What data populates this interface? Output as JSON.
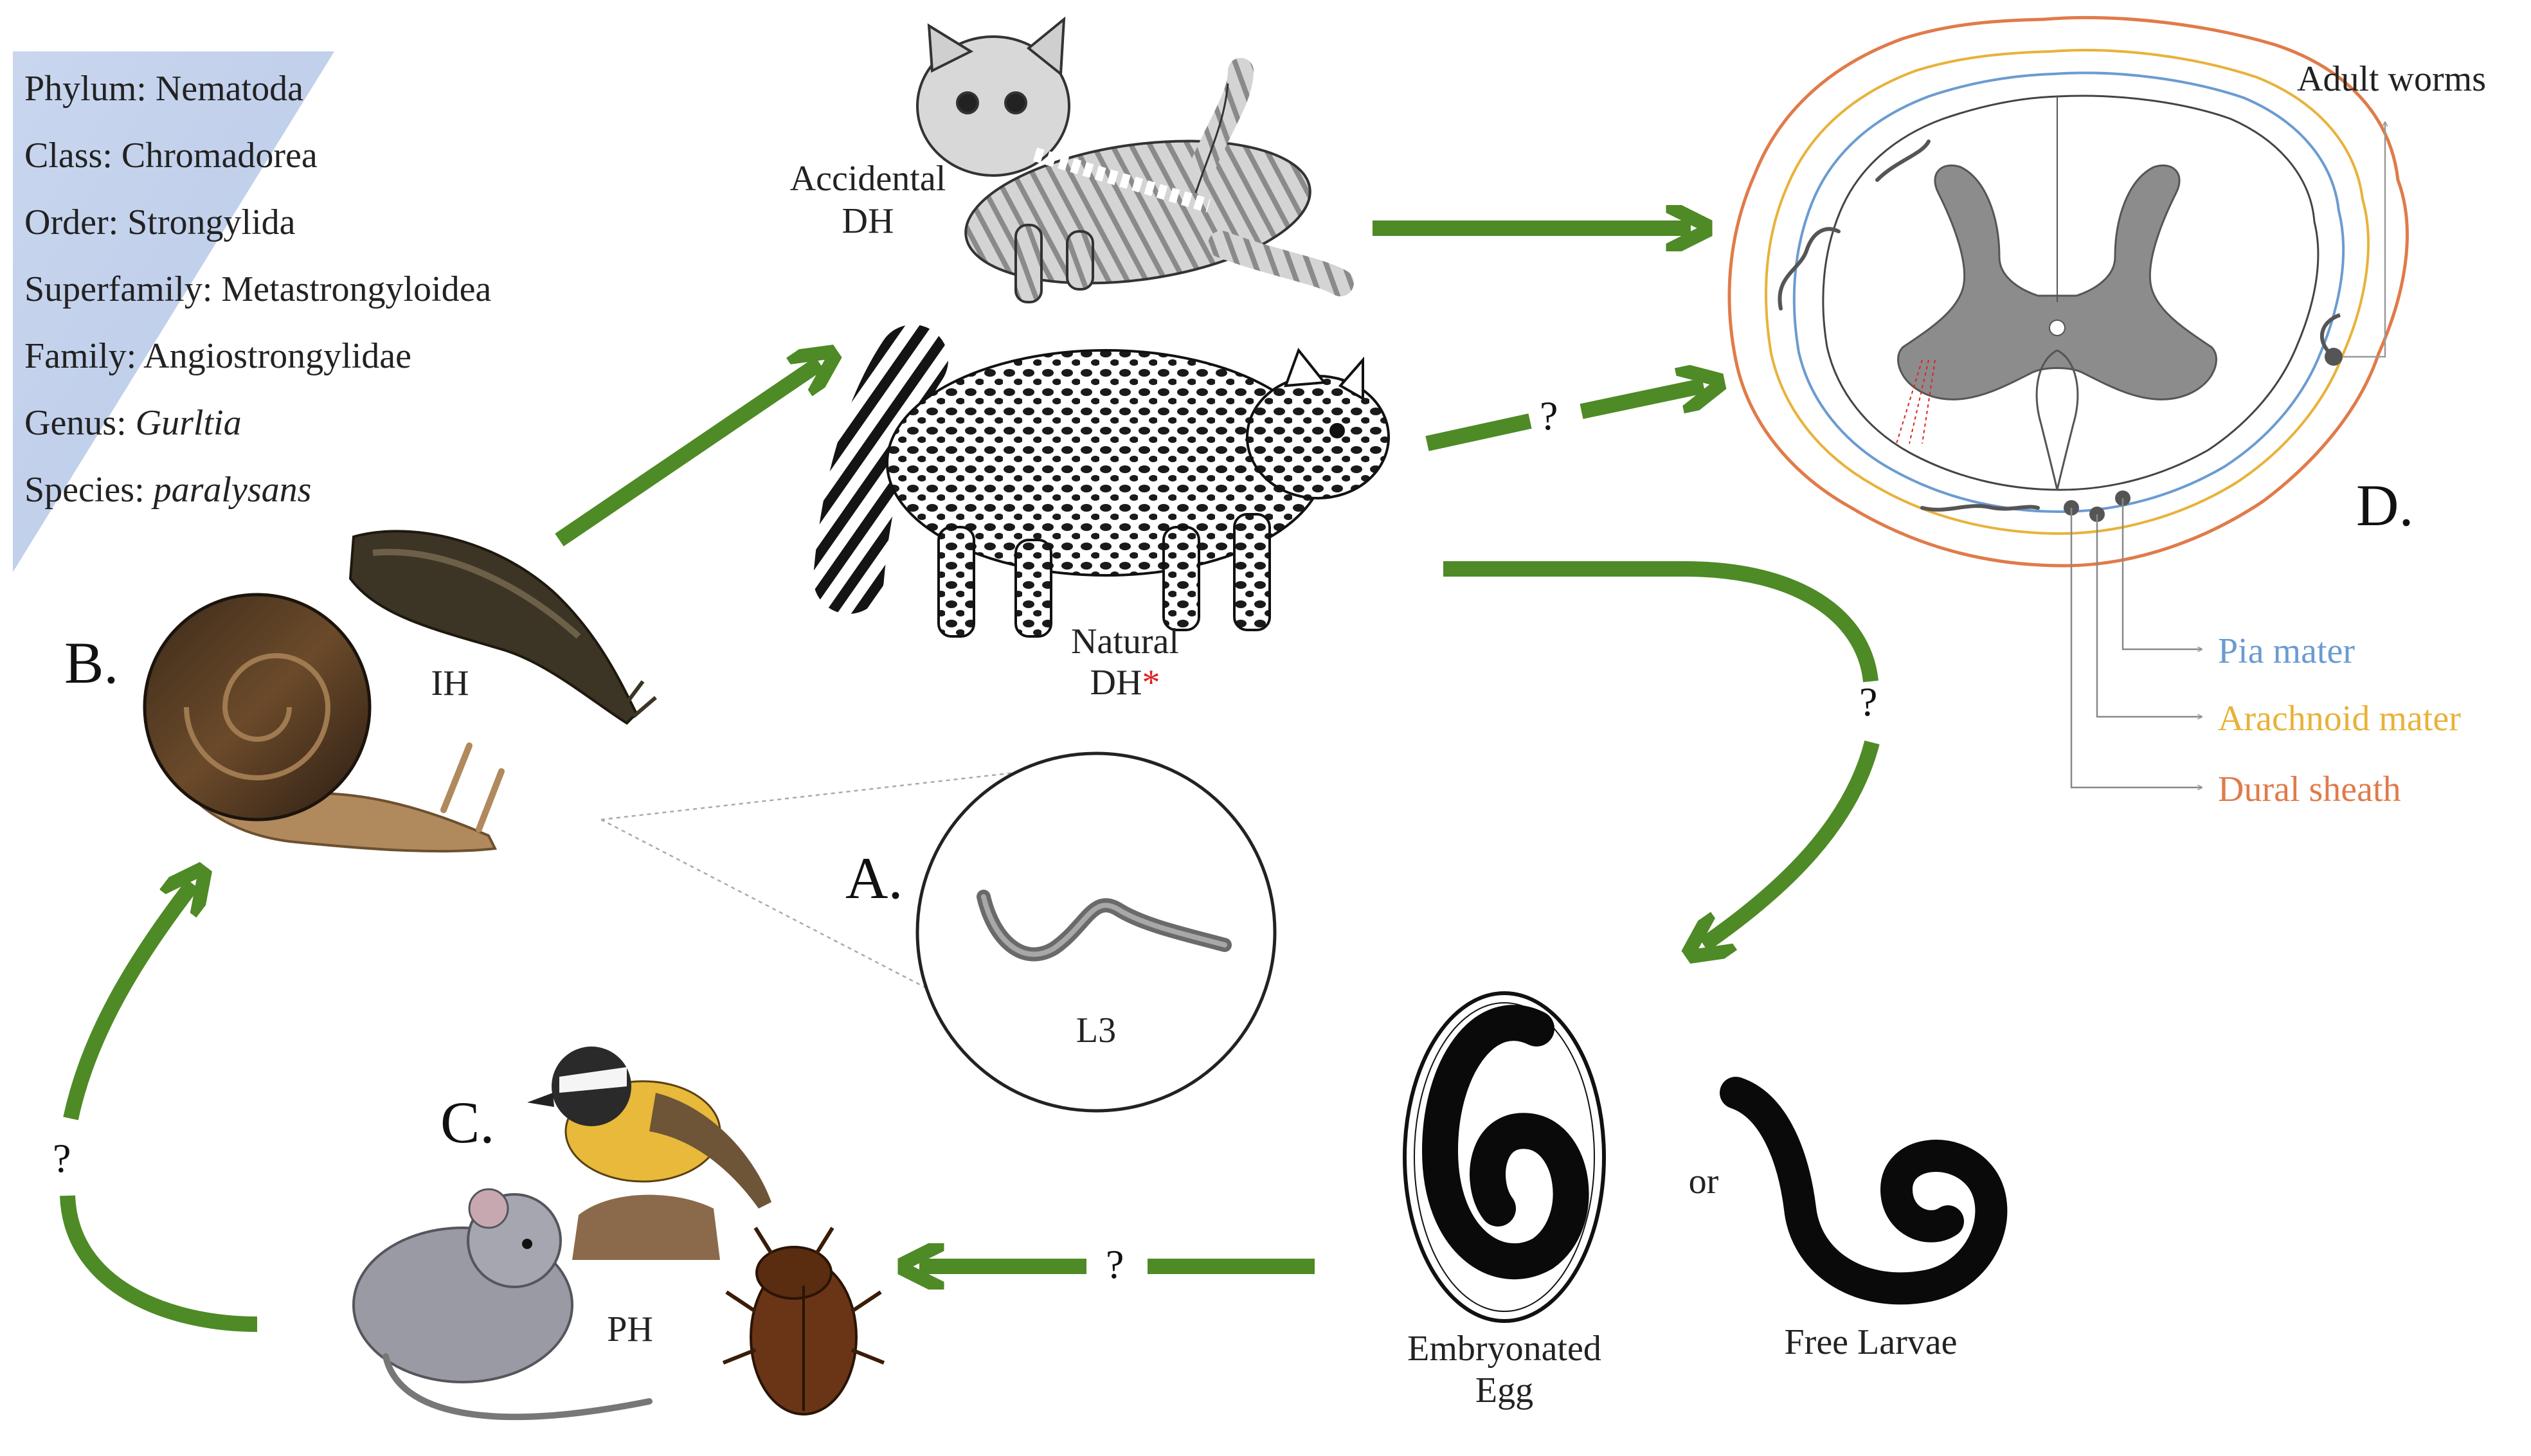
{
  "taxonomy": {
    "phylum": "Phylum: Nematoda",
    "class": "Class: Chromadorea",
    "order": "Order: Strongylida",
    "superfamily": "Superfamily: Metastrongyloidea",
    "family": "Family: Angiostrongylidae",
    "genus_prefix": "Genus: ",
    "genus_name": "Gurltia",
    "species_prefix": "Species: ",
    "species_name": "paralysans"
  },
  "panels": {
    "a": "A.",
    "b": "B.",
    "c": "C.",
    "d": "D."
  },
  "hosts": {
    "accidental_line1": "Accidental",
    "accidental_line2": "DH",
    "natural_line1": "Natural",
    "natural_line2": "DH",
    "natural_mark": "*",
    "intermediate": "IH",
    "paratenic": "PH"
  },
  "stages": {
    "larva": "L3",
    "egg_line1": "Embryonated",
    "egg_line2": "Egg",
    "or": "or",
    "free_larvae": "Free Larvae",
    "adult_worms": "Adult worms"
  },
  "meninges": {
    "pia": "Pia mater",
    "arachnoid": "Arachnoid  mater",
    "dural": "Dural sheath"
  },
  "unknown_mark": "?",
  "colors": {
    "arrow": "#4e8a25",
    "pia": "#6b9bd1",
    "arachnoid": "#e8b23a",
    "dural": "#e07b4a",
    "gray_matter": "#8c8c8c",
    "taxonomy_bg": "#c9d6ee"
  },
  "icons": [
    "kitten-illustration",
    "wild-cat-illustration",
    "slug-illustration",
    "snail-illustration",
    "nematode-larva-illustration",
    "bird-illustration",
    "mouse-illustration",
    "beetle-illustration",
    "egg-larva-illustration",
    "coiled-larva-illustration",
    "spinal-cord-cross-section"
  ]
}
